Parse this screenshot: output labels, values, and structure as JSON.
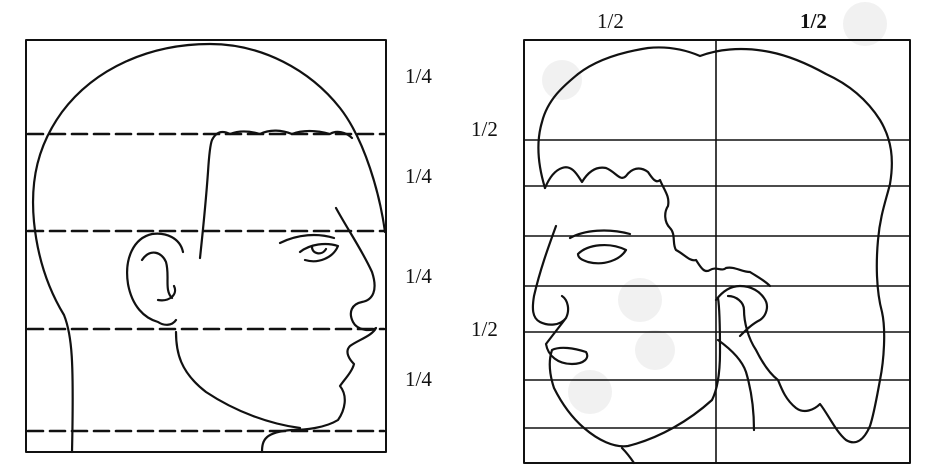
{
  "left_diagram": {
    "fraction_labels": [
      "1/4",
      "1/4",
      "1/4",
      "1/4"
    ]
  },
  "right_diagram": {
    "top_labels": [
      "1/2",
      "1/2"
    ],
    "side_labels": [
      "1/2",
      "1/2"
    ]
  },
  "colors": {
    "ink": "#111111",
    "paper": "#ffffff",
    "faint": "#f1f1f1"
  }
}
